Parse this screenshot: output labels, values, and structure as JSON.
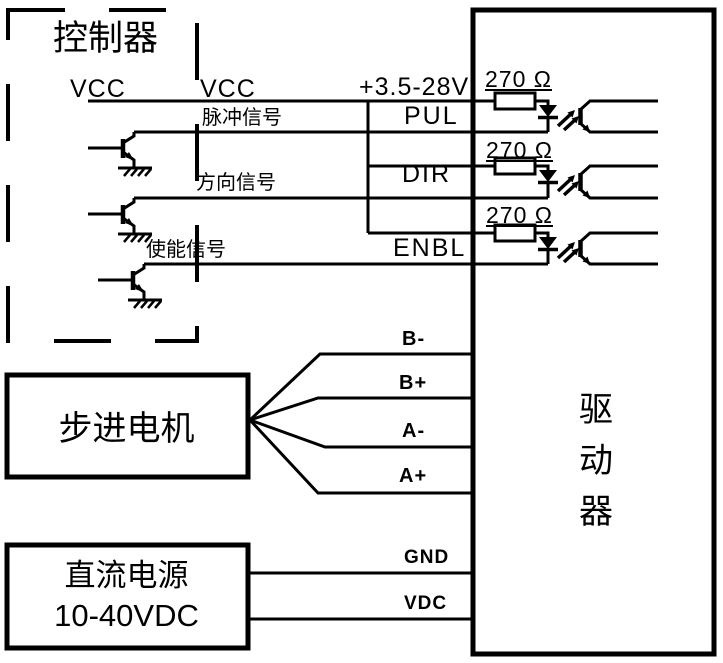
{
  "controller": {
    "title": "控制器",
    "vcc_label_inner": "VCC",
    "vcc_label_outer": "VCC"
  },
  "signals": {
    "pulse": "脉冲信号",
    "direction": "方向信号",
    "enable": "使能信号"
  },
  "driver": {
    "label_chars": [
      "驱",
      "动",
      "器"
    ],
    "supply_label": "+3.5-28V",
    "pins": {
      "pulse": "PUL",
      "direction": "DIR",
      "enable": "ENBL"
    }
  },
  "resistors": {
    "labels": [
      "270 Ω",
      "270 Ω",
      "270 Ω"
    ]
  },
  "motor": {
    "label": "步进电机",
    "terminals": [
      "B-",
      "B+",
      "A-",
      "A+"
    ]
  },
  "power_supply": {
    "label_line1": "直流电源",
    "label_line2": "10-40VDC",
    "terminals": [
      "GND",
      "VDC"
    ]
  },
  "colors": {
    "line": "#000000",
    "background": "#ffffff"
  }
}
